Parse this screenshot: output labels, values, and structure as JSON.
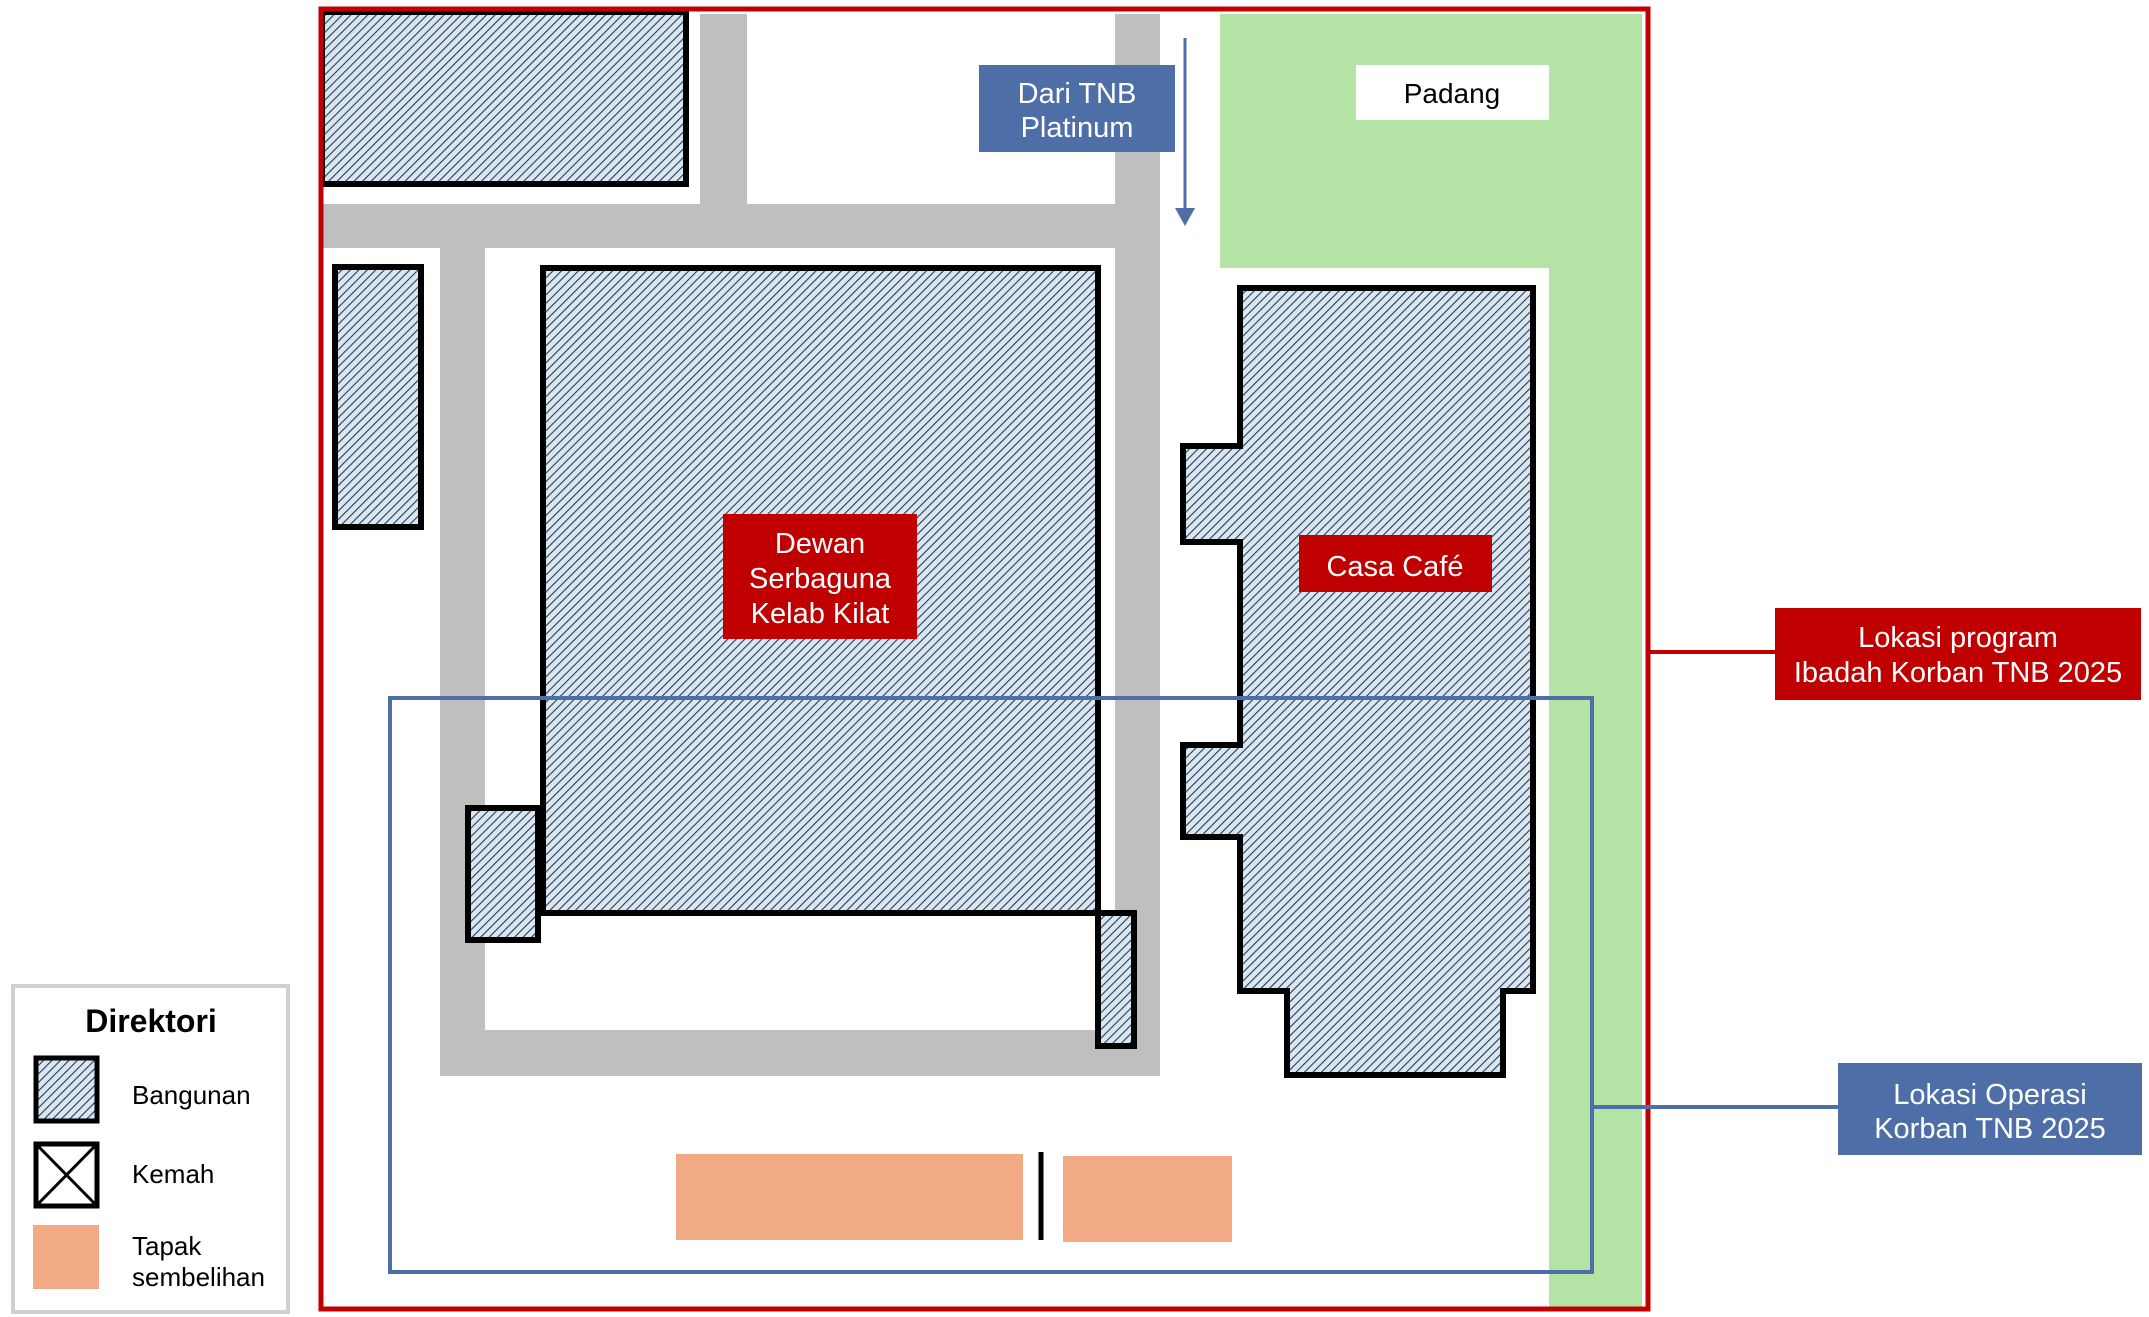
{
  "map": {
    "labels": {
      "dari_tnb_line1": "Dari TNB",
      "dari_tnb_line2": "Platinum",
      "padang": "Padang",
      "dewan_line1": "Dewan",
      "dewan_line2": "Serbaguna",
      "dewan_line3": "Kelab Kilat",
      "casa_cafe": "Casa Café",
      "lokasi_program_line1": "Lokasi program",
      "lokasi_program_line2": "Ibadah Korban TNB 2025",
      "lokasi_operasi_line1": "Lokasi Operasi",
      "lokasi_operasi_line2": "Korban TNB 2025"
    },
    "colors": {
      "program_boundary": "#c00000",
      "operation_boundary": "#4e6ea8",
      "road": "#bfbfbf",
      "grass": "#b3e4a5",
      "building_fill": "#dce6f0",
      "building_hatch": "#1f3e5a",
      "slaughter_site": "#f2aa84",
      "label_red_bg": "#c00000",
      "label_blue_bg": "#4e6ea8"
    }
  },
  "legend": {
    "title": "Direktori",
    "items": [
      {
        "label": "Bangunan",
        "icon": "building-swatch-icon"
      },
      {
        "label": "Kemah",
        "icon": "tent-cross-icon"
      },
      {
        "label_line1": "Tapak",
        "label_line2": "sembelihan",
        "icon": "slaughter-site-swatch-icon"
      }
    ]
  }
}
